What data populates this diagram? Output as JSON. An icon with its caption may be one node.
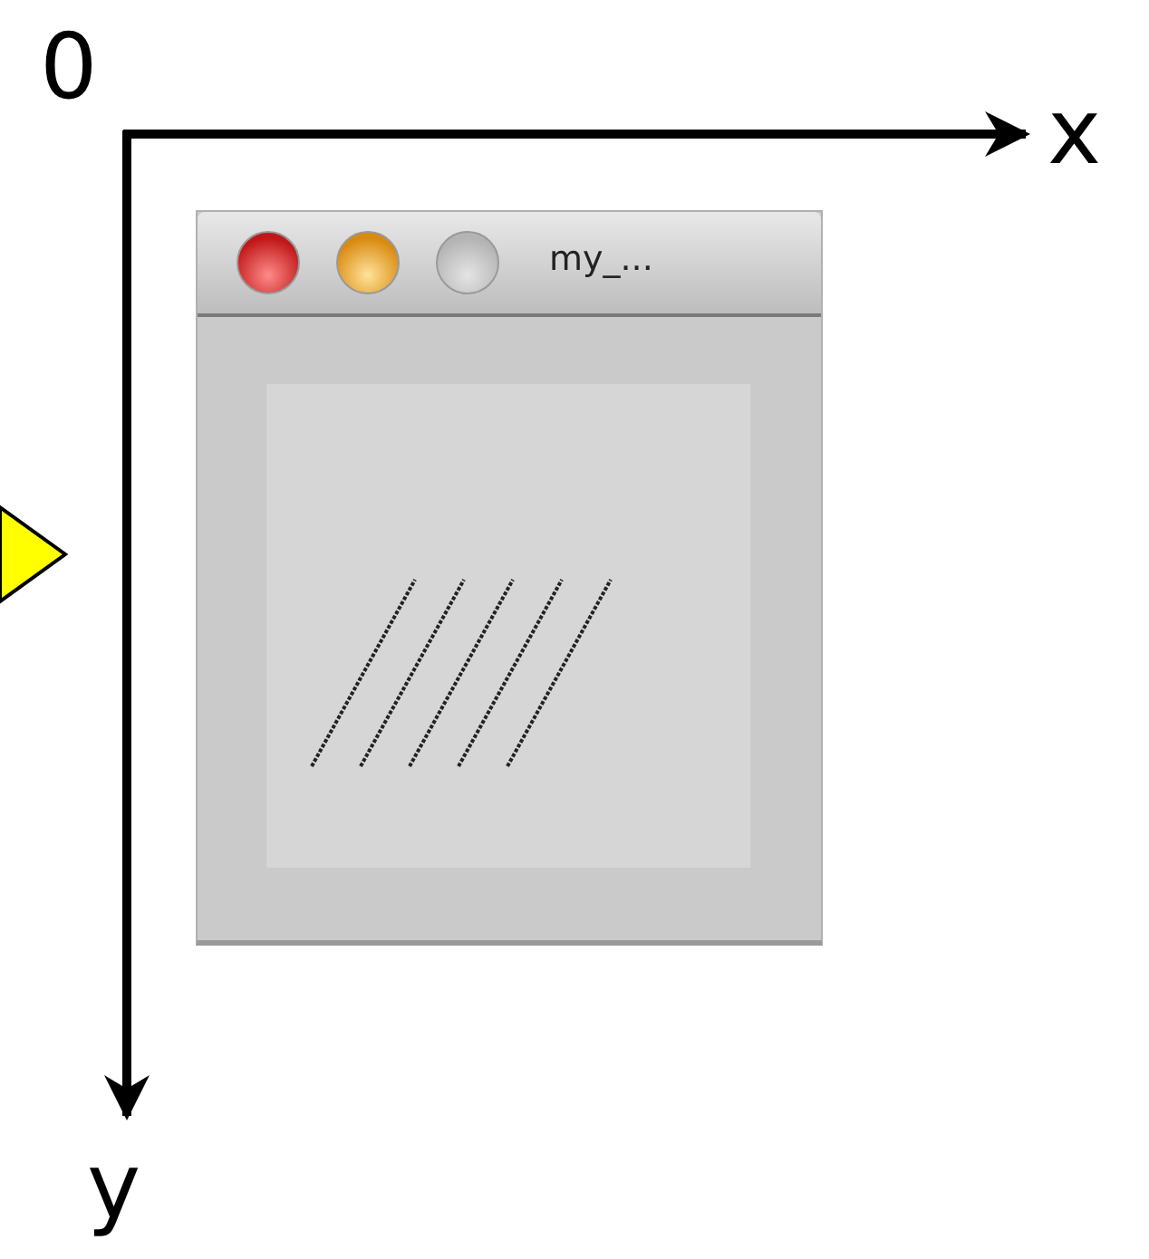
{
  "diagram": {
    "nodes": [
      {
        "text": [
          "my_..."
        ]
      }
    ],
    "labels": [
      "0",
      "x",
      "y"
    ]
  }
}
